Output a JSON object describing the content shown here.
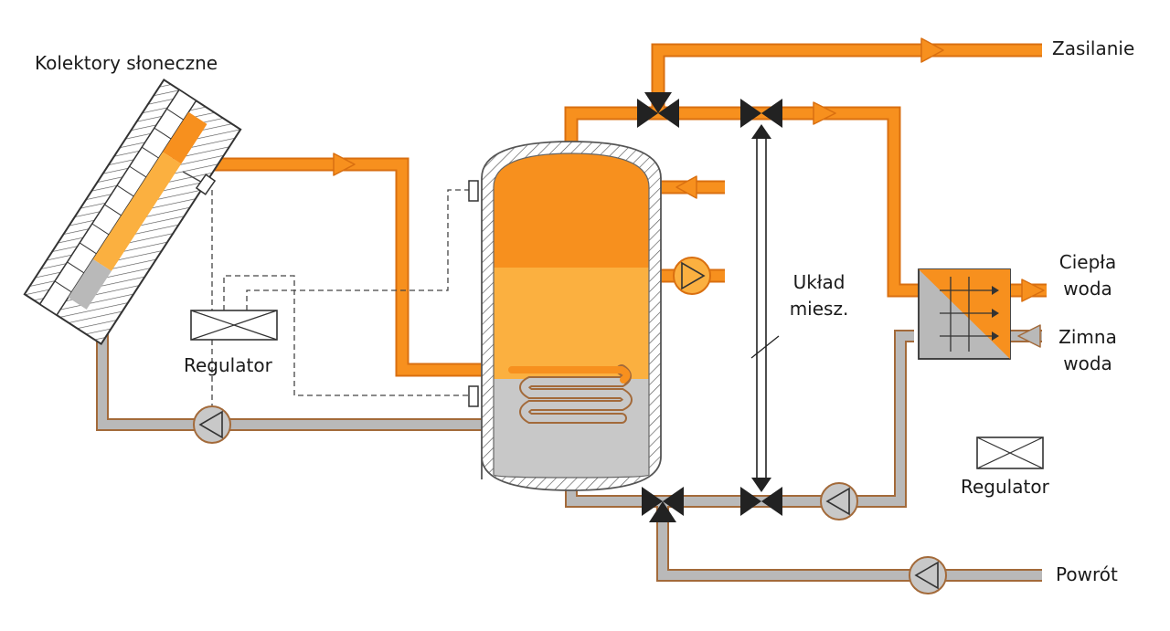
{
  "labels": {
    "solar_collectors": "Kolektory słoneczne",
    "regulator_left": "Regulator",
    "regulator_right": "Regulator",
    "supply": "Zasilanie",
    "hot_water_1": "Ciepła",
    "hot_water_2": "woda",
    "cold_water_1": "Zimna",
    "cold_water_2": "woda",
    "mixing_1": "Układ",
    "mixing_2": "miesz.",
    "return": "Powrót"
  },
  "colors": {
    "hot_pipe": "#f7901e",
    "hot_pipe_edge": "#d96f10",
    "cold_pipe": "#b9b9b9",
    "cold_pipe_edge": "#a36a3a",
    "tank_top": "#f7901e",
    "tank_middle": "#fbb040",
    "tank_bottom": "#c8c8c8",
    "valve": "#222222"
  },
  "icons": [
    "pump-icon",
    "three-way-valve-icon",
    "flow-arrow-icon",
    "regulator-box-icon",
    "sensor-icon"
  ]
}
